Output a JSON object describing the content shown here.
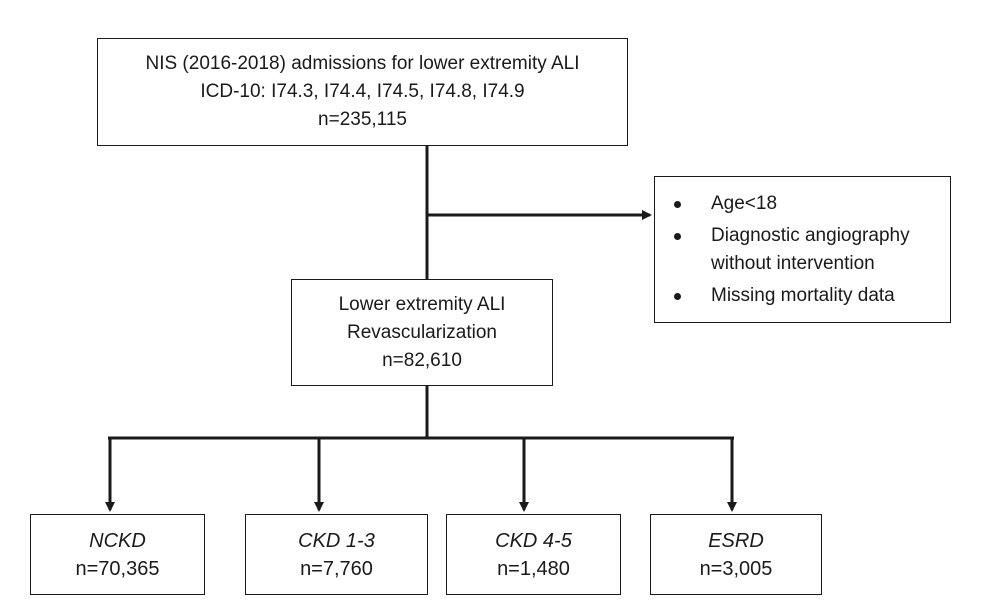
{
  "flowchart": {
    "top_box": {
      "line1": "NIS (2016-2018) admissions for lower extremity ALI",
      "line2": "ICD-10:  I74.3, I74.4, I74.5, I74.8, I74.9",
      "line3": "n=235,115"
    },
    "exclusion_box": {
      "items": [
        {
          "line1": "Age<18",
          "line2": ""
        },
        {
          "line1": "Diagnostic angiography",
          "line2": "without intervention"
        },
        {
          "line1": "Missing mortality data",
          "line2": ""
        }
      ]
    },
    "middle_box": {
      "line1": "Lower extremity ALI",
      "line2": "Revascularization",
      "line3": "n=82,610"
    },
    "groups": [
      {
        "name": "NCKD",
        "count": "n=70,365"
      },
      {
        "name": "CKD 1-3",
        "count": "n=7,760"
      },
      {
        "name": "CKD 4-5",
        "count": "n=1,480"
      },
      {
        "name": "ESRD",
        "count": "n=3,005"
      }
    ],
    "colors": {
      "stroke": "#1a1a1a",
      "background": "#ffffff"
    }
  }
}
